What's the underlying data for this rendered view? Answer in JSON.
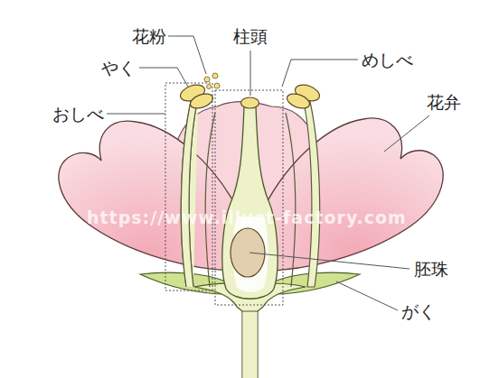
{
  "diagram": {
    "labels": [
      "花粉",
      "柱頭",
      "やく",
      "めしべ",
      "おしべ",
      "花弁",
      "胚珠",
      "がく",
      "https://www.illust-factory.com"
    ]
  }
}
